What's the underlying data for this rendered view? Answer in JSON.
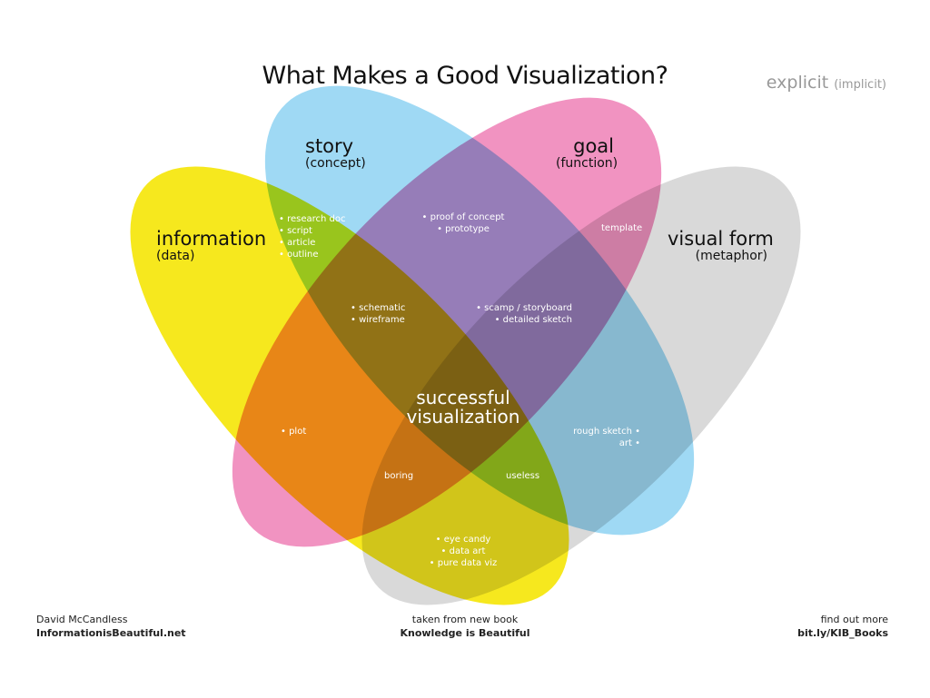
{
  "title": "What Makes a Good Visualization?",
  "legend": {
    "explicit": "explicit",
    "implicit": "(implicit)"
  },
  "sets": {
    "information": {
      "name": "information",
      "sub": "(data)",
      "color": "#f6e81e"
    },
    "story": {
      "name": "story",
      "sub": "(concept)",
      "color": "#9fd9f4"
    },
    "goal": {
      "name": "goal",
      "sub": "(function)",
      "color": "#f087ba"
    },
    "visual_form": {
      "name": "visual form",
      "sub": "(metaphor)",
      "color": "#d9d9d9"
    }
  },
  "regions": {
    "info_story": [
      "• research doc",
      "• script",
      "• article",
      "• outline"
    ],
    "story_goal": [
      "• proof of concept",
      "• prototype"
    ],
    "goal_form": "template",
    "info_story_goal": [
      "• schematic",
      "• wireframe"
    ],
    "story_goal_form": [
      "• scamp / storyboard",
      "• detailed sketch"
    ],
    "center": [
      "successful",
      "visualization"
    ],
    "info_goal": "• plot",
    "story_form": [
      "rough sketch •",
      "art •"
    ],
    "boring": "boring",
    "useless": "useless",
    "info_form": [
      "• eye candy",
      "• data art",
      "• pure data viz"
    ]
  },
  "footer": {
    "author": "David McCandless",
    "site": "InformationisBeautiful.net",
    "source_line": "taken from new book",
    "book": "Knowledge is Beautiful",
    "more": "find out more",
    "link": "bit.ly/KIB_Books"
  }
}
